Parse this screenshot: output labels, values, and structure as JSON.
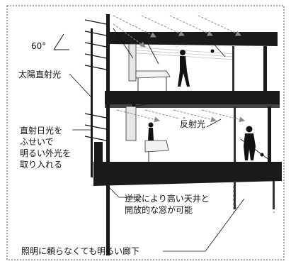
{
  "angle_label": "60°",
  "labels": {
    "direct_sunlight": "太陽直射光",
    "shade_lines": [
      "直射日光を",
      "ふせいで",
      "明るい外光を",
      "取り入れる"
    ],
    "reflected_light": "反射光",
    "beam_lines": [
      "逆梁により高い天井と",
      "開放的な窓が可能"
    ],
    "corridor": "照明に頼らなくても明るい廊下"
  },
  "colors": {
    "ink": "#111111",
    "slab": "#1a1a1a",
    "arrow": "#8a8a8a",
    "frame": "#555555"
  }
}
